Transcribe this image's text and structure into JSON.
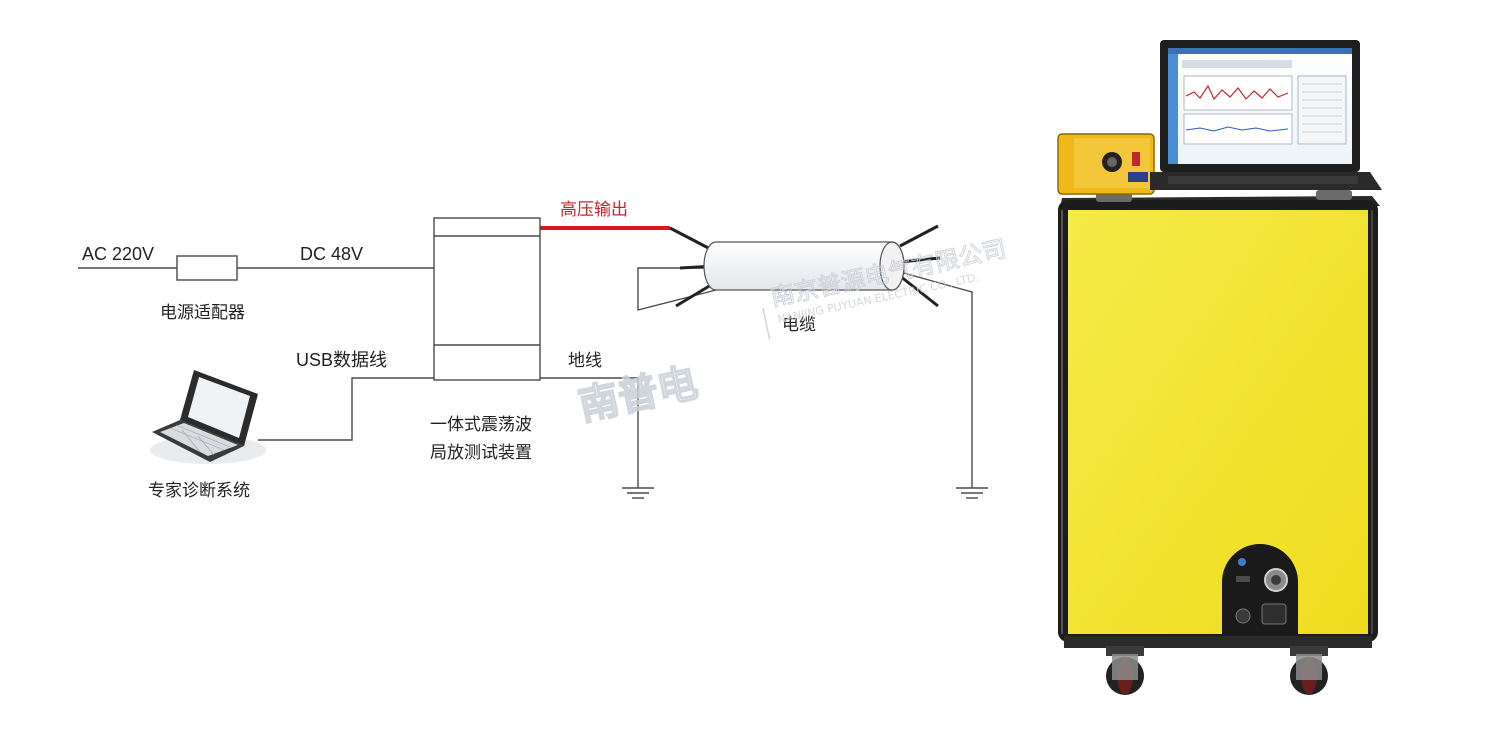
{
  "labels": {
    "ac_input": "AC 220V",
    "dc_output": "DC 48V",
    "power_adapter": "电源适配器",
    "usb_cable": "USB数据线",
    "expert_system": "专家诊断系统",
    "device_line1": "一体式震荡波",
    "device_line2": "局放测试装置",
    "hv_output": "高压输出",
    "ground_wire": "地线",
    "cable": "电缆"
  },
  "watermark": {
    "brand_cn": "南京普源电气有限公司",
    "brand_en": "NANJING PUYUAN ELECTRIC CO., LTD.",
    "logo_text": "南普电"
  },
  "colors": {
    "wire": "#4a4a4a",
    "hv_wire": "#e0141c",
    "hv_label": "#c0282c",
    "cabinet_yellow": "#f2e22a",
    "cabinet_frame": "#1c1c1c",
    "control_box": "#f0b818"
  }
}
